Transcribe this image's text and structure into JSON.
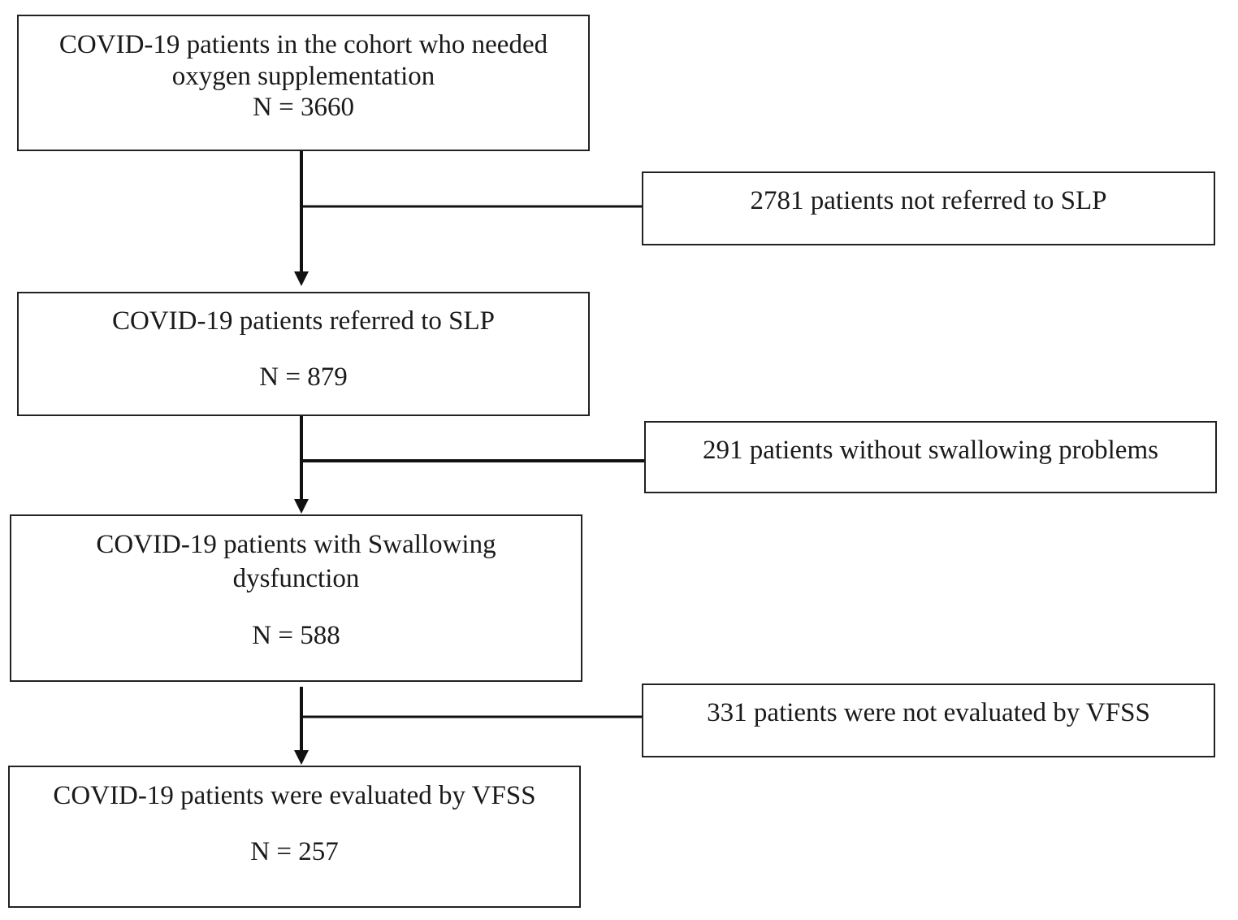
{
  "flow": {
    "step1": {
      "line1": "COVID-19 patients in the cohort who needed",
      "line2": "oxygen supplementation",
      "n": "N = 3660"
    },
    "exclusion1": "2781 patients not referred to SLP",
    "step2": {
      "line1": "COVID-19 patients referred to SLP",
      "n": "N = 879"
    },
    "exclusion2": "291 patients without swallowing problems",
    "step3": {
      "line1": "COVID-19 patients with Swallowing",
      "line2": "dysfunction",
      "n": "N = 588"
    },
    "exclusion3": "331 patients were not evaluated by VFSS",
    "step4": {
      "line1": "COVID-19 patients were evaluated by VFSS",
      "n": "N = 257"
    }
  }
}
